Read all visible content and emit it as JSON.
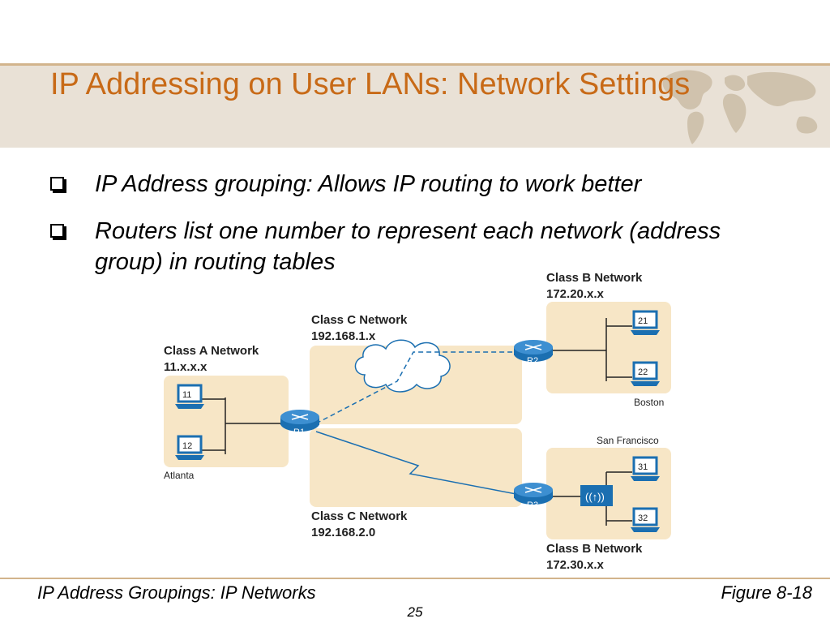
{
  "slide": {
    "title": "IP Addressing on User LANs: Network Settings",
    "bullets": [
      "IP Address grouping: Allows IP routing to work better",
      "Routers list one number to represent each network (address group) in routing tables"
    ]
  },
  "diagram": {
    "class_a": {
      "label": "Class A Network",
      "net": "11.x.x.x",
      "site": "Atlanta",
      "hosts": [
        "11",
        "12"
      ]
    },
    "class_c1": {
      "label": "Class C Network",
      "net": "192.168.1.x"
    },
    "class_c2": {
      "label": "Class C Network",
      "net": "192.168.2.0"
    },
    "class_b1": {
      "label": "Class B Network",
      "net": "172.20.x.x",
      "site": "Boston",
      "hosts": [
        "21",
        "22"
      ]
    },
    "class_b2": {
      "label": "Class B Network",
      "net": "172.30.x.x",
      "site": "San Francisco",
      "hosts": [
        "31",
        "32"
      ]
    },
    "routers": [
      "R1",
      "R2",
      "R3"
    ]
  },
  "footer": {
    "left": "IP Address Groupings: IP Networks",
    "right": "Figure 8-18",
    "page": "25"
  },
  "colors": {
    "title": "#c86a17",
    "zone": "#f7e6c6",
    "router": "#1b6fb1",
    "link": "#1b6fb1"
  }
}
